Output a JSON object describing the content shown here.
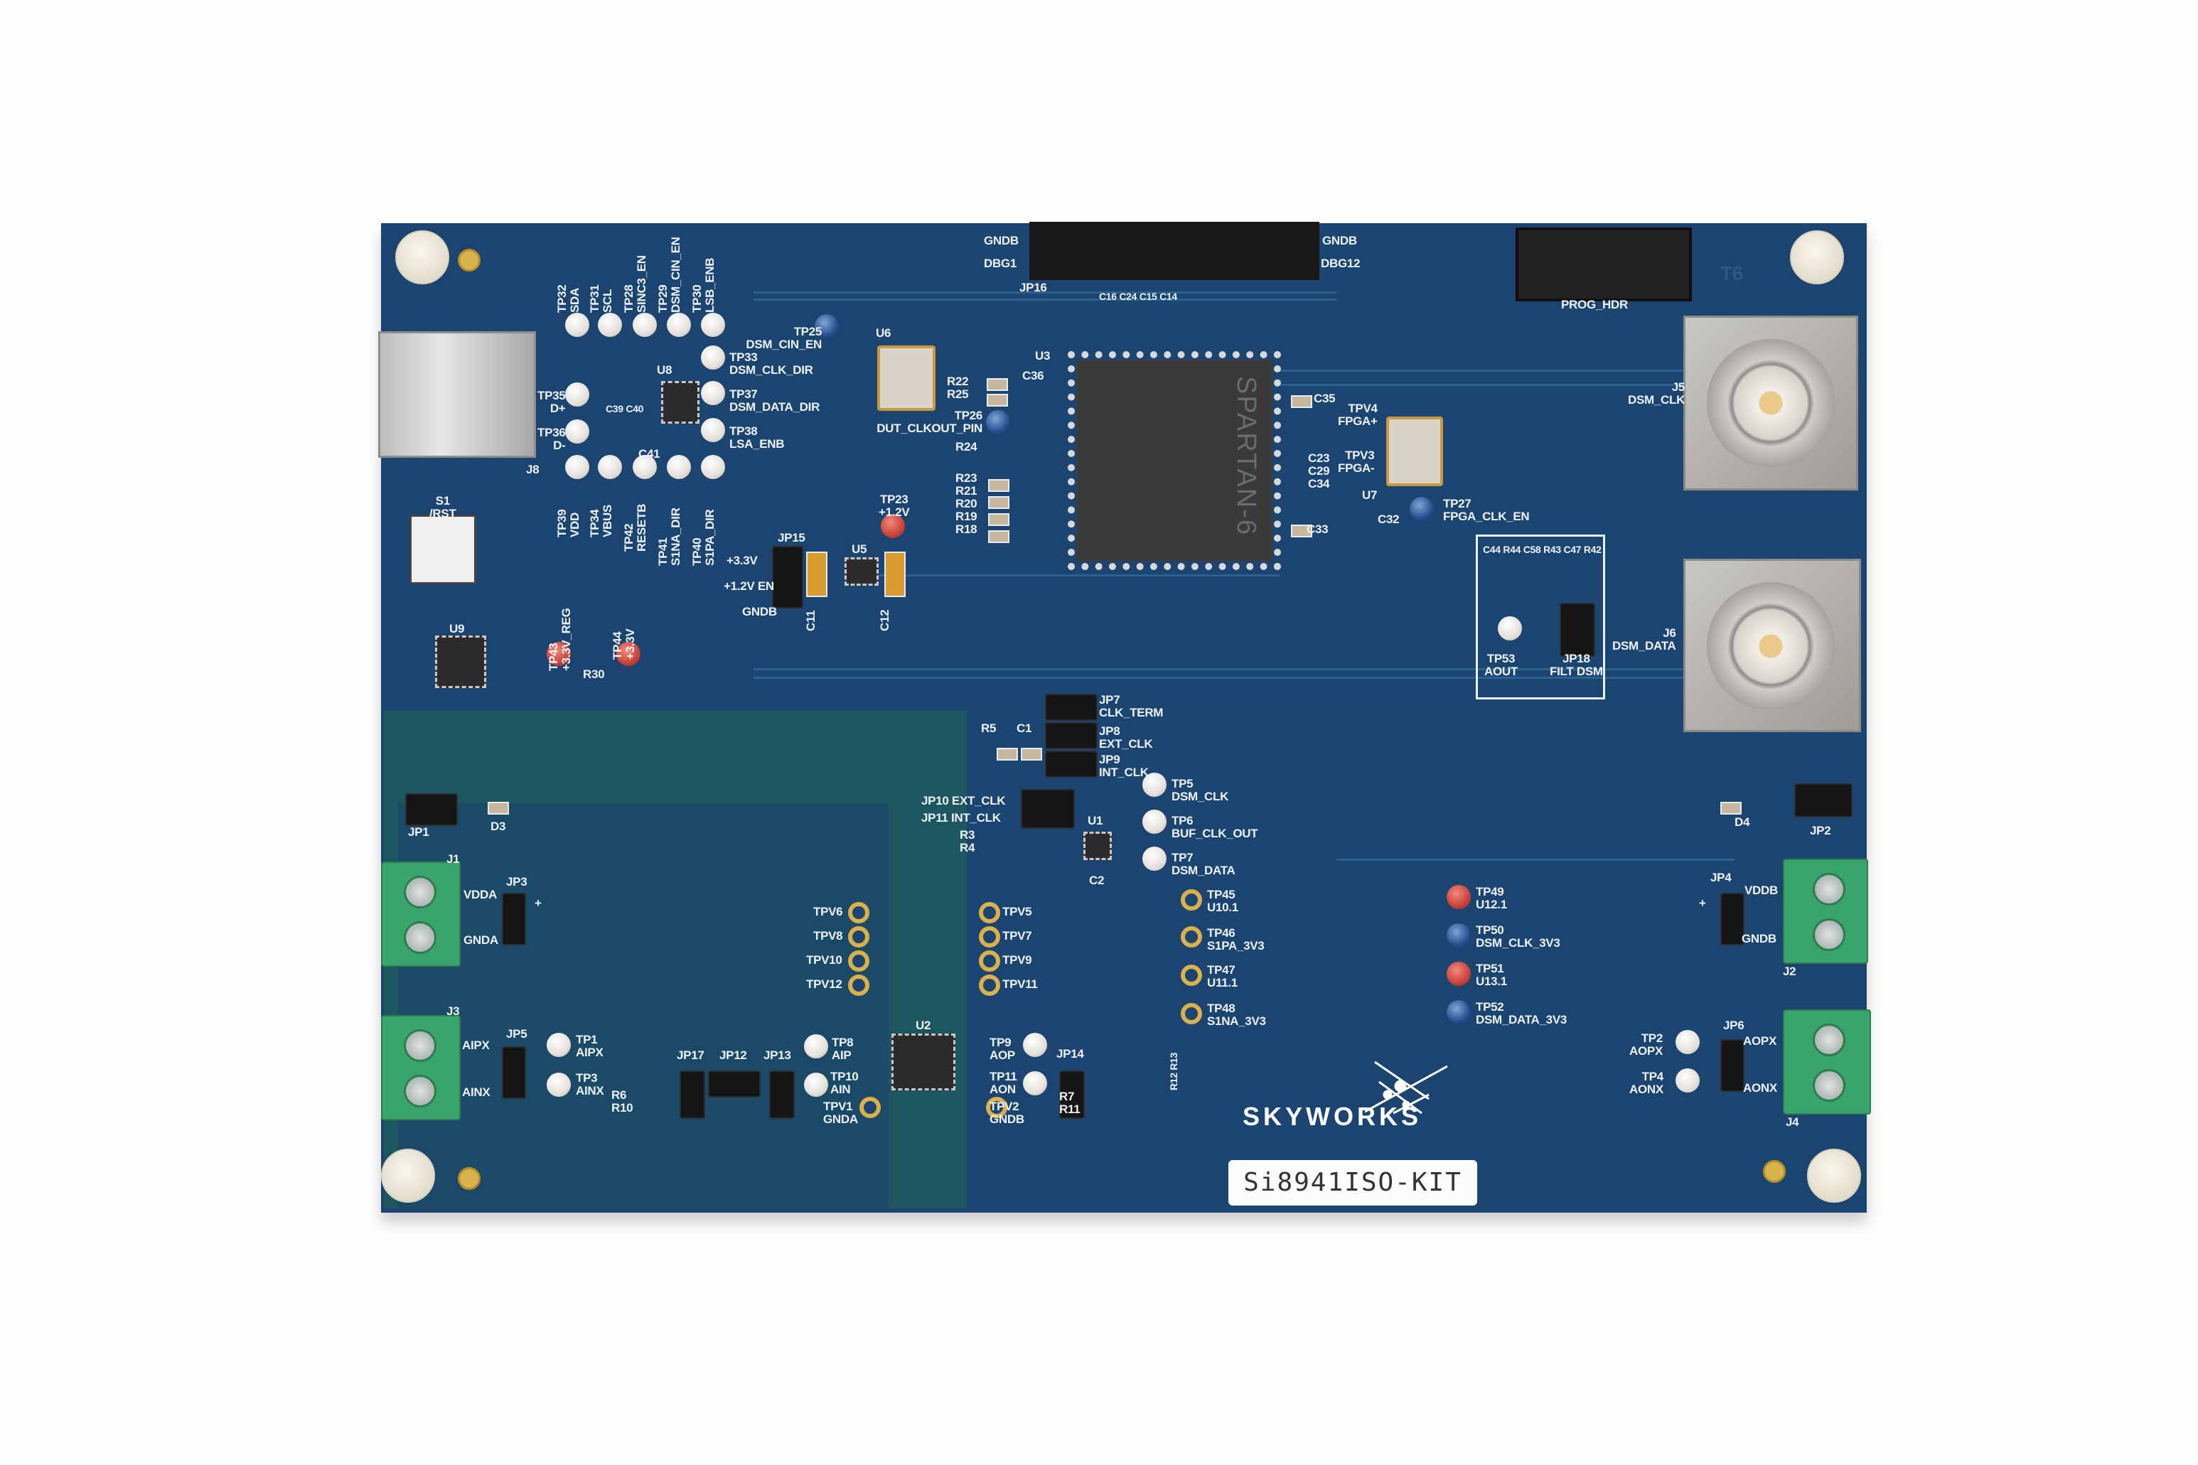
{
  "board": {
    "kit_label": "Si8941ISO-KIT",
    "brand": "SKYWORKS",
    "fpga_marking": "SPARTAN-6",
    "colors": {
      "pcb": "#1b4570",
      "pcb_teal": "#1e565f",
      "silkscreen": "#eef2f6",
      "terminal_block": "#3aa56a",
      "gold": "#d8b24a"
    }
  },
  "silk": {
    "gndb_l": "GNDB",
    "gndb_r": "GNDB",
    "dbg1": "DBG1",
    "dbg12": "DBG12",
    "jp16": "JP16",
    "prog_hdr": "PROG_HDR",
    "t6": "T6",
    "j5": "J5\nDSM_CLK",
    "j6": "J6\nDSM_DATA",
    "tp32": "TP32\nSDA",
    "tp31": "TP31\nSCL",
    "tp28": "TP28\nSINC3_EN",
    "tp29": "TP29\nDSM_CIN_EN",
    "tp30": "TP30\nLSB_ENB",
    "tp25": "TP25\nDSM_CIN_EN",
    "u6": "U6",
    "u8": "U8",
    "tp33": "TP33\nDSM_CLK_DIR",
    "tp37": "TP37\nDSM_DATA_DIR",
    "tp38": "TP38\nLSA_ENB",
    "tp35": "TP35\nD+",
    "tp36": "TP36\nD-",
    "c39c40": "C39 C40",
    "c41": "C41",
    "j8": "J8",
    "tp39": "TP39\nVDD",
    "tp34": "TP34\nVBUS",
    "tp42": "TP42\nRESETB",
    "tp41": "TP41\nS1NA_DIR",
    "tp40": "TP40\nS1PA_DIR",
    "s1": "S1\n/RST",
    "u9": "U9",
    "tp43": "TP43\n+3.3V_REG",
    "tp44": "TP44\n+3.3V",
    "r30": "R30",
    "tp23": "TP23\n+1.2V",
    "v33": "+3.3V",
    "v12en": "+1.2V EN",
    "gndb_jp15": "GNDB",
    "jp15": "JP15",
    "u5": "U5",
    "c11": "C11",
    "c12": "C12",
    "tp26": "TP26\nDUT_CLKOUT_PIN",
    "r22": "R22\nR25",
    "r24": "R24",
    "r23": "R23\nR21\nR20\nR19\nR18",
    "u3": "U3",
    "c36": "C36",
    "c35": "C35",
    "tpv4": "TPV4\nFPGA+",
    "tpv3": "TPV3\nFPGA-",
    "c23": "C23\nC29\nC34",
    "u7": "U7",
    "c32": "C32",
    "tp27": "TP27\nFPGA_CLK_EN",
    "c33": "C33",
    "c16": "C16 C24 C15 C14",
    "tp53": "TP53\nAOUT",
    "jp18": "JP18\nFILT DSM",
    "c44": "C44 R44 C58 R43 C47 R42",
    "jp7": "JP7\nCLK_TERM",
    "r5": "R5",
    "c1": "C1",
    "jp8": "JP8\nEXT_CLK",
    "jp9": "JP9\nINT_CLK",
    "tp5": "TP5\nDSM_CLK",
    "tp6": "TP6\nBUF_CLK_OUT",
    "tp7": "TP7\nDSM_DATA",
    "jp10": "JP10 EXT_CLK",
    "jp11": "JP11  INT_CLK",
    "r3": "R3\nR4",
    "u1": "U1",
    "c2": "C2",
    "jp1": "JP1",
    "d3": "D3",
    "j1": "J1",
    "jp3": "JP3",
    "vdda": "VDDA",
    "gnda": "GNDA",
    "plus_l": "+",
    "tpv6": "TPV6",
    "tpv8": "TPV8",
    "tpv10": "TPV10",
    "tpv12": "TPV12",
    "tpv5": "TPV5",
    "tpv7": "TPV7",
    "tpv9": "TPV9",
    "tpv11": "TPV11",
    "tp45": "TP45\nU10.1",
    "tp46": "TP46\nS1PA_3V3",
    "tp47": "TP47\nU11.1",
    "tp48": "TP48\nS1NA_3V3",
    "tp49": "TP49\nU12.1",
    "tp50": "TP50\nDSM_CLK_3V3",
    "tp51": "TP51\nU13.1",
    "tp52": "TP52\nDSM_DATA_3V3",
    "d4": "D4",
    "jp2": "JP2",
    "jp4": "JP4",
    "vddb": "VDDB",
    "gndb_j2": "GNDB",
    "j2": "J2",
    "plus_r": "+",
    "j3": "J3",
    "jp5": "JP5",
    "aipx": "AIPX",
    "ainx": "AINX",
    "tp1": "TP1\nAIPX",
    "tp3": "TP3\nAINX",
    "r6": "R6\nR10",
    "jp17": "JP17",
    "jp12": "JP12",
    "jp13": "JP13",
    "tp8": "TP8\nAIP",
    "tp10": "TP10\nAIN",
    "tpv1": "TPV1\nGNDA",
    "u2": "U2",
    "tp9": "TP9\nAOP",
    "tp11": "TP11\nAON",
    "tpv2": "TPV2\nGNDB",
    "jp14": "JP14",
    "r7": "R7\nR11",
    "r12": "R12 R13",
    "tp2": "TP2\nAOPX",
    "tp4": "TP4\nAONX",
    "jp6": "JP6",
    "aopx": "AOPX",
    "aonx": "AONX",
    "j4": "J4"
  }
}
